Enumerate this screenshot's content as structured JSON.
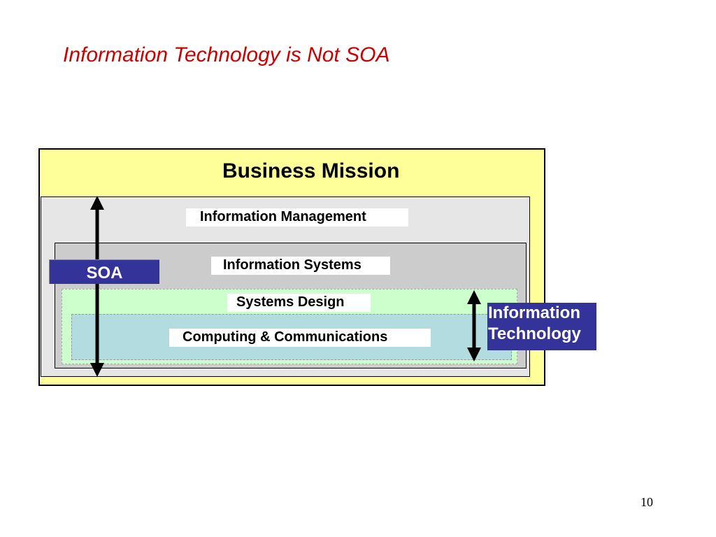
{
  "slide": {
    "title": "Information Technology is Not SOA",
    "page_number": "10"
  },
  "diagram": {
    "business_mission": "Business Mission",
    "information_management": "Information Management",
    "information_systems": "Information Systems",
    "systems_design": "Systems Design",
    "computing_communications": "Computing & Communications",
    "soa_label": "SOA",
    "it_label": "Information Technology"
  },
  "colors": {
    "title": "#cc0000",
    "mission_fill": "#ffff99",
    "management_fill": "#e6e6e6",
    "systems_fill": "#cccccc",
    "design_fill": "#ccffcc",
    "computing_fill": "#b3dce0",
    "label_box_fill": "#333399"
  },
  "icons": {
    "soa_arrow": "double-headed-vertical-arrow",
    "it_arrow": "double-headed-vertical-arrow"
  }
}
